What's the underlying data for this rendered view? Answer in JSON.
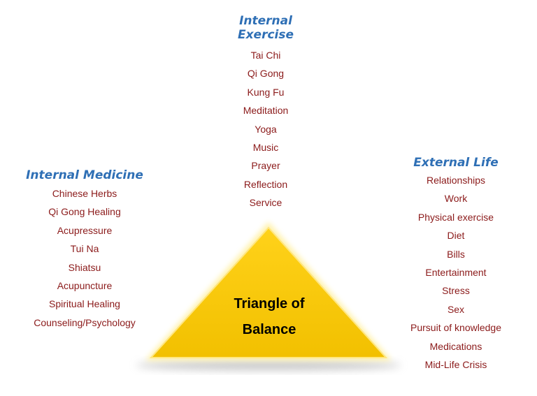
{
  "colors": {
    "heading": "#2e6fb5",
    "item": "#8b1a1a",
    "triangle_fill": "#f5c600",
    "triangle_glow": "#fff1a8",
    "triangle_text": "#000000"
  },
  "internal_exercise": {
    "heading": "Internal Exercise",
    "items": [
      "Tai Chi",
      "Qi Gong",
      "Kung Fu",
      "Meditation",
      "Yoga",
      "Music",
      "Prayer",
      "Reflection",
      "Service"
    ]
  },
  "internal_medicine": {
    "heading": "Internal Medicine",
    "items": [
      "Chinese Herbs",
      "Qi Gong Healing",
      "Acupressure",
      "Tui Na",
      "Shiatsu",
      "Acupuncture",
      "Spiritual Healing",
      "Counseling/Psychology"
    ]
  },
  "external_life": {
    "heading": "External Life",
    "items": [
      "Relationships",
      "Work",
      "Physical exercise",
      "Diet",
      "Bills",
      "Entertainment",
      "Stress",
      "Sex",
      "Pursuit of knowledge",
      "Medications",
      "Mid-Life Crisis"
    ]
  },
  "triangle": {
    "line1": "Triangle of",
    "line2": "Balance"
  }
}
